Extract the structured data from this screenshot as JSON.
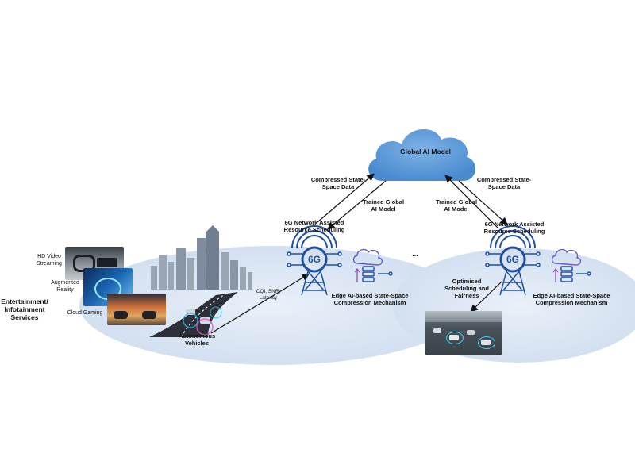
{
  "cloud": {
    "label": "Global AI Model"
  },
  "arrows": {
    "left_up": "Compressed State-\nSpace Data",
    "left_down": "Trained Global\nAI Model",
    "right_down": "Trained Global\nAI Model",
    "right_up": "Compressed State-\nSpace Data"
  },
  "towers": {
    "left": {
      "network_label": "6G Network Assisted\nResource Scheduling",
      "badge": "6G",
      "edge_label": "Edge AI-based State-Space\nCompression Mechanism"
    },
    "right": {
      "network_label": "6G Network Assisted\nResource Scheduling",
      "badge": "6G",
      "edge_label": "Edge AI-based State-Space\nCompression Mechanism"
    }
  },
  "ellipsis": "...",
  "services": {
    "group_label": "Entertainment/\nInfotainment\nServices",
    "items": [
      "HD Video\nStreaming",
      "Augmented\nReality",
      "Cloud Gaming"
    ]
  },
  "vehicles_label": "Autonomous\nVehicles",
  "link_label": "CQI, SNR,\nLatency",
  "scheduling_label": "Optimised\nScheduling and\nFairness",
  "colors": {
    "accent_blue": "#1f4ea0",
    "ellipse_fill": "#dce7f4",
    "cloud_fill": "#5b9bd5"
  }
}
